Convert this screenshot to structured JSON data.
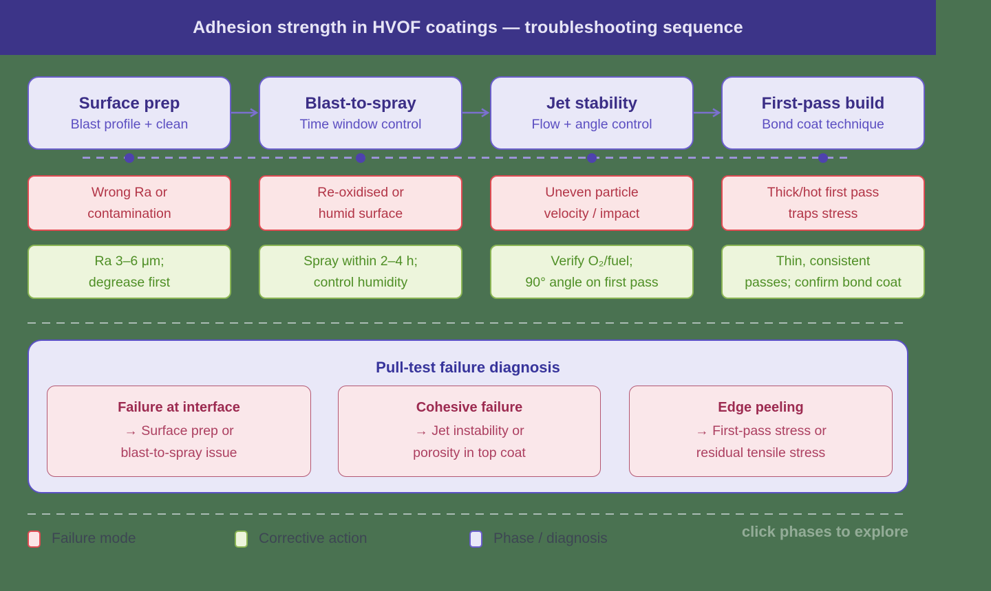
{
  "header": {
    "title": "Adhesion strength in HVOF coatings — troubleshooting sequence"
  },
  "phases": [
    {
      "id": "surface-prep",
      "title": "Surface prep",
      "subtitle": "Blast profile + clean",
      "failure_line1": "Wrong Ra or",
      "failure_line2": "contamination",
      "corrective_line1": "Ra 3–6 μm;",
      "corrective_line2": "degrease first"
    },
    {
      "id": "blast-to-spray",
      "title": "Blast-to-spray",
      "subtitle": "Time window control",
      "failure_line1": "Re-oxidised or",
      "failure_line2": "humid surface",
      "corrective_line1": "Spray within 2–4 h;",
      "corrective_line2": "control humidity"
    },
    {
      "id": "jet-stability",
      "title": "Jet stability",
      "subtitle": "Flow + angle control",
      "failure_line1": "Uneven particle",
      "failure_line2": "velocity / impact",
      "corrective_line1": "Verify O₂/fuel;",
      "corrective_line2": "90° angle on first pass"
    },
    {
      "id": "first-pass-build",
      "title": "First-pass build",
      "subtitle": "Bond coat technique",
      "failure_line1": "Thick/hot first pass",
      "failure_line2": "traps stress",
      "corrective_line1": "Thin, consistent",
      "corrective_line2": "passes; confirm bond coat"
    }
  ],
  "diagnosis": {
    "title": "Pull-test failure diagnosis",
    "items": [
      {
        "title": "Failure at interface",
        "line1": "→ Surface prep or",
        "line2": "blast-to-spray issue"
      },
      {
        "title": "Cohesive failure",
        "line1": "→ Jet instability or",
        "line2": "porosity in top coat"
      },
      {
        "title": "Edge peeling",
        "line1": "→ First-pass stress or",
        "line2": "residual tensile stress"
      }
    ]
  },
  "legend": {
    "items": [
      {
        "label": "Failure mode",
        "swatch_fill": "#fbe5e6",
        "swatch_border": "#e04b52"
      },
      {
        "label": "Corrective action",
        "swatch_fill": "#edf5dc",
        "swatch_border": "#8ab554"
      },
      {
        "label": "Phase / diagnosis",
        "swatch_fill": "#e9e8f8",
        "swatch_border": "#6a5ecb"
      }
    ],
    "hint": "click phases to explore"
  },
  "colors": {
    "background": "#4a7251",
    "header_bar": "#3c3488",
    "phase_fill": "#e9e8f8",
    "phase_border": "#6a5ecb",
    "failure_fill": "#fbe5e6",
    "failure_border": "#e04b52",
    "corrective_fill": "#edf5dc",
    "corrective_border": "#8ab554",
    "panel_border": "#5a50c5",
    "diagnosis_fill": "#fae7ea",
    "diagnosis_border": "#b25672",
    "connector": "#9b93d6",
    "connector_dot": "#4e42ae"
  }
}
